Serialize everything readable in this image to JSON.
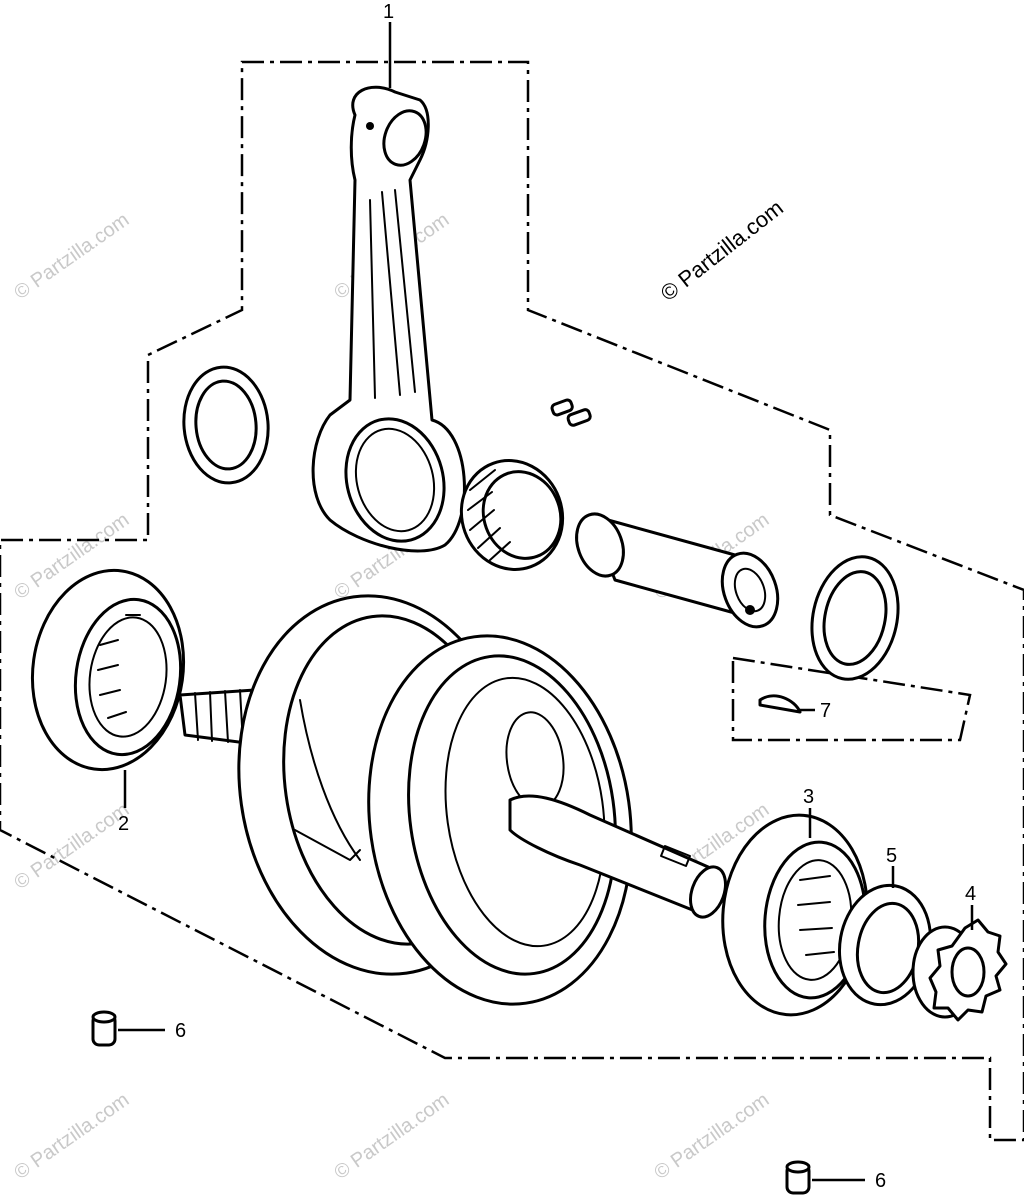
{
  "watermark_text": "© Partzilla.com",
  "copyright_text": "© Partzilla.com",
  "callouts": [
    {
      "id": "part-1",
      "number": "1"
    },
    {
      "id": "part-2",
      "number": "2"
    },
    {
      "id": "part-3",
      "number": "3"
    },
    {
      "id": "part-4",
      "number": "4"
    },
    {
      "id": "part-5",
      "number": "5"
    },
    {
      "id": "part-6a",
      "number": "6"
    },
    {
      "id": "part-6b",
      "number": "6"
    },
    {
      "id": "part-7",
      "number": "7"
    }
  ],
  "parts": [
    "connecting-rod",
    "crank-pin",
    "needle-bearing",
    "thrust-washer-left",
    "thrust-washer-right",
    "small-pins",
    "crankshaft-flywheel-assembly",
    "radial-ball-bearing-left",
    "radial-ball-bearing-right",
    "spacer-washer",
    "timing-sprocket",
    "woodruff-key",
    "dowel-pin"
  ]
}
